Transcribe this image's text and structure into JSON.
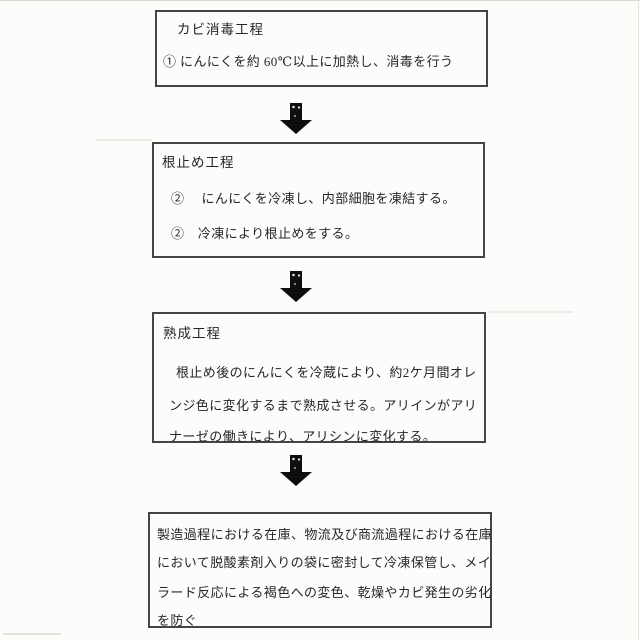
{
  "page": {
    "bg": "#fcfcfa",
    "border_color": "#454545",
    "text_color": "#262626",
    "arrow_color": "#0e0e0e",
    "connector_icon": "down-arrow"
  },
  "flow": {
    "boxes": [
      {
        "name": "mold-disinfection-process",
        "title": "カビ消毒工程",
        "lines": [
          "① にんにくを約 60℃以上に加熱し、消毒を行う"
        ]
      },
      {
        "name": "root-stopping-process",
        "title": "根止め工程",
        "lines": [
          "②　 にんにくを冷凍し、内部細胞を凍結する。",
          "②　冷凍により根止めをする。"
        ]
      },
      {
        "name": "aging-process",
        "title": "熟成工程",
        "lines": [
          "根止め後のにんにくを冷蔵により、約2ケ月間オレ",
          "ンジ色に変化するまで熟成させる。アリインがアリ",
          "ナーゼの働きにより、アリシンに変化する。"
        ]
      },
      {
        "name": "storage-process",
        "title": "",
        "lines": [
          "製造過程における在庫、物流及び商流過程における在庫",
          "において脱酸素剤入りの袋に密封して冷凍保管し、メイ",
          "ラード反応による褐色への変色、乾燥やカビ発生の劣化",
          "を防ぐ"
        ]
      }
    ]
  }
}
